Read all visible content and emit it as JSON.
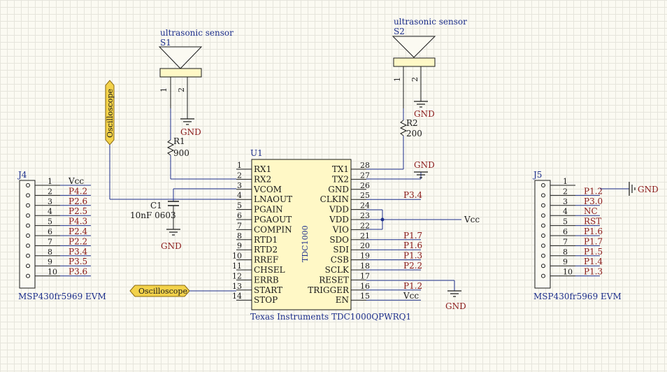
{
  "u1": {
    "designator": "U1",
    "part": "TDC1000",
    "description": "Texas Instruments TDC1000QPWRQ1",
    "left_pins": [
      {
        "num": "1",
        "name": "RX1"
      },
      {
        "num": "2",
        "name": "RX2"
      },
      {
        "num": "3",
        "name": "VCOM"
      },
      {
        "num": "4",
        "name": "LNAOUT"
      },
      {
        "num": "5",
        "name": "PGAIN"
      },
      {
        "num": "6",
        "name": "PGAOUT"
      },
      {
        "num": "7",
        "name": "COMPIN"
      },
      {
        "num": "8",
        "name": "RTD1"
      },
      {
        "num": "9",
        "name": "RTD2"
      },
      {
        "num": "10",
        "name": "RREF"
      },
      {
        "num": "11",
        "name": "CHSEL"
      },
      {
        "num": "12",
        "name": "ERRB"
      },
      {
        "num": "13",
        "name": "START"
      },
      {
        "num": "14",
        "name": "STOP"
      }
    ],
    "right_pins": [
      {
        "num": "28",
        "name": "TX1"
      },
      {
        "num": "27",
        "name": "TX2"
      },
      {
        "num": "26",
        "name": "GND"
      },
      {
        "num": "25",
        "name": "CLKIN"
      },
      {
        "num": "24",
        "name": "VDD"
      },
      {
        "num": "23",
        "name": "VDD"
      },
      {
        "num": "22",
        "name": "VIO"
      },
      {
        "num": "21",
        "name": "SDO"
      },
      {
        "num": "20",
        "name": "SDI"
      },
      {
        "num": "19",
        "name": "CSB"
      },
      {
        "num": "18",
        "name": "SCLK"
      },
      {
        "num": "17",
        "name": "RESET"
      },
      {
        "num": "16",
        "name": "TRIGGER"
      },
      {
        "num": "15",
        "name": "EN"
      }
    ],
    "right_nets": [
      "",
      "",
      "",
      "P3.4",
      "",
      "",
      "",
      "P1.7",
      "P1.6",
      "P1.3",
      "P2.2",
      "",
      "P1.2",
      "Vcc"
    ]
  },
  "vcc_label": "Vcc",
  "gnd_label": "GND",
  "s1": {
    "title": "ultrasonic sensor",
    "designator": "S1",
    "pin1": "1",
    "pin2": "2"
  },
  "s2": {
    "title": "ultrasonic sensor",
    "designator": "S2",
    "pin1": "1",
    "pin2": "2"
  },
  "r1": {
    "designator": "R1",
    "value": "900"
  },
  "r2": {
    "designator": "R2",
    "value": "200"
  },
  "c1": {
    "designator": "C1",
    "value": "10nF 0603"
  },
  "probe_vertical": "Oscilloscope",
  "probe_horizontal": "Oscilloscope",
  "j4": {
    "designator": "J4",
    "footer": "MSP430fr5969 EVM",
    "pins": [
      "1",
      "2",
      "3",
      "4",
      "5",
      "6",
      "7",
      "8",
      "9",
      "10"
    ],
    "nets": [
      "Vcc",
      "P4.2",
      "P2.6",
      "P2.5",
      "P4.3",
      "P2.4",
      "P2.2",
      "P3.4",
      "P3.5",
      "P3.6"
    ]
  },
  "j5": {
    "designator": "J5",
    "footer": "MSP430fr5969 EVM",
    "pins": [
      "1",
      "2",
      "3",
      "4",
      "5",
      "6",
      "7",
      "8",
      "9",
      "10"
    ],
    "nets": [
      "",
      "P1.2",
      "P3.0",
      "NC",
      "RST",
      "P1.6",
      "P1.7",
      "P1.5",
      "P1.4",
      "P1.3"
    ]
  }
}
